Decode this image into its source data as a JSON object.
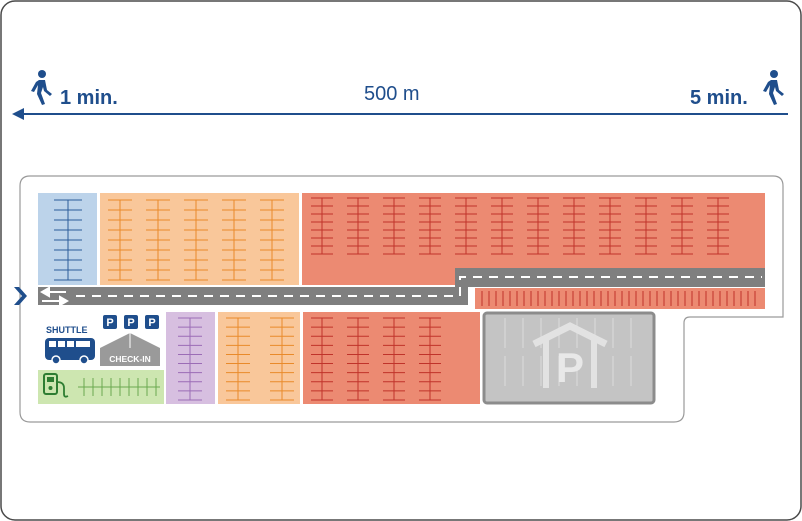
{
  "header": {
    "left_time": "1 min.",
    "right_time": "5 min.",
    "distance": "500 m",
    "walk_icon_left": "walking-person-icon",
    "walk_icon_right": "walking-person-icon",
    "arrow_icon": "arrow-left-icon"
  },
  "map": {
    "shuttle_label": "SHUTTLE",
    "checkin_label": "CHECK-IN",
    "parking_badge": "P",
    "garage_letter": "P",
    "entry_icon": "chevron-right-icon",
    "ev_icon": "ev-charging-icon",
    "bus_icon": "bus-icon",
    "garage_icon": "parking-garage-icon",
    "zone_colors": {
      "blue": "#bcd3ea",
      "orange": "#f9c79a",
      "red": "#ec8a72",
      "purple": "#d7bfe0",
      "green": "#cde6b0",
      "garage": "#c4c4c4",
      "road": "#7f7f7f",
      "accent": "#1f4e8c"
    }
  }
}
